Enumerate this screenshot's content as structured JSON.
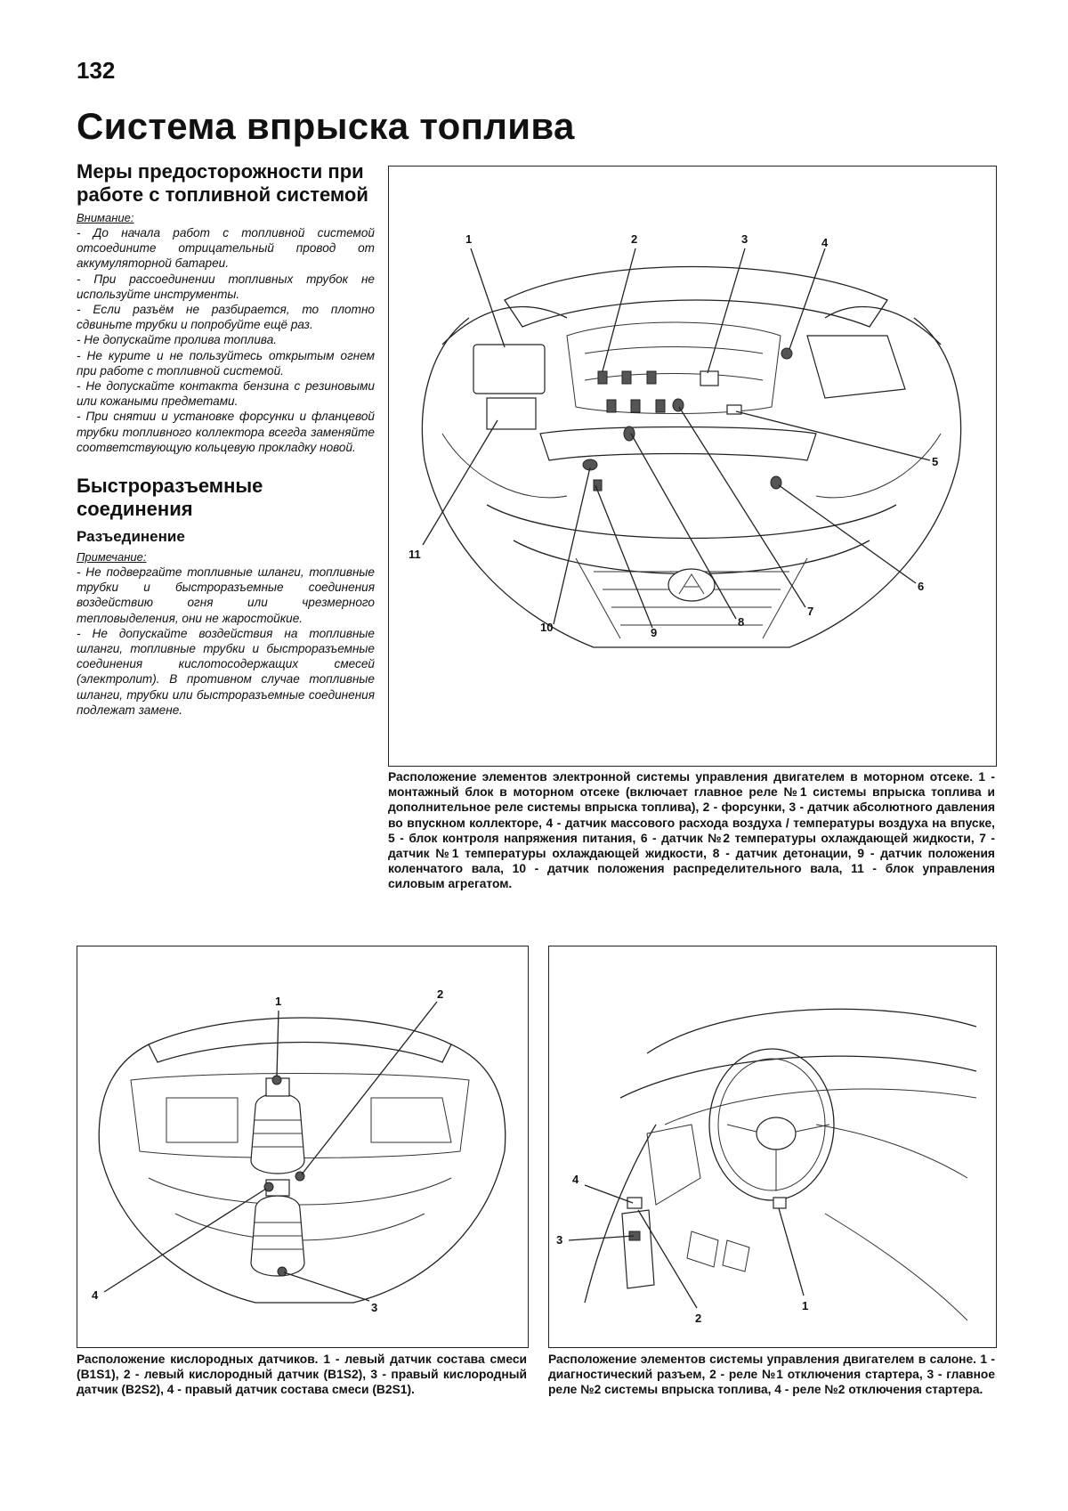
{
  "page_number": "132",
  "title": "Система впрыска топлива",
  "section1": {
    "heading": "Меры предосторожности при работе с топливной системой",
    "label": "Внимание:",
    "items": [
      "- До начала работ с топливной системой отсоедините отрицательный провод от аккумуляторной батареи.",
      "- При рассоединении топливных трубок не используйте инструменты.",
      "- Если разъём не разбирается, то плотно сдвиньте трубки и попробуйте ещё раз.",
      "- Не допускайте пролива топлива.",
      "- Не курите и не пользуйтесь открытым огнем при работе с топливной системой.",
      "- Не допускайте контакта бензина с резиновыми или кожаными предметами.",
      "- При снятии и установке форсунки и фланцевой трубки топливного коллектора всегда заменяйте соответствующую кольцевую прокладку новой."
    ]
  },
  "section2": {
    "heading": "Быстроразъемные соединения",
    "subheading": "Разъединение",
    "label": "Примечание:",
    "items": [
      "- Не подвергайте топливные шланги, топливные трубки и быстроразъемные соединения воздействию огня или чрезмерного тепловыделения, они не жаростойкие.",
      "- Не допускайте воздействия на топливные шланги, топливные трубки и быстроразъемные соединения кислотосодержащих смесей (электролит). В противном случае топливные шланги, трубки или быстроразъемные соединения подлежат замене."
    ]
  },
  "figure1": {
    "callouts": [
      "1",
      "2",
      "3",
      "4",
      "5",
      "6",
      "7",
      "8",
      "9",
      "10",
      "11"
    ],
    "caption": "Расположение элементов электронной системы управления двигателем в моторном отсеке. 1 - монтажный блок в моторном отсеке (включает главное реле №1 системы впрыска топлива и дополнительное реле системы впрыска топлива), 2 - форсунки, 3 - датчик абсолютного давления во впускном коллекторе, 4 - датчик массового расхода воздуха / температуры воздуха на впуске, 5 - блок контроля напряжения питания, 6 - датчик №2 температуры охлаждающей жидкости, 7 - датчик №1 температуры охлаждающей жидкости, 8 - датчик детонации, 9 - датчик положения коленчатого вала, 10 - датчик положения распределительного вала, 11 - блок управления силовым агрегатом."
  },
  "figure2": {
    "callouts": [
      "1",
      "2",
      "3",
      "4"
    ],
    "caption": "Расположение кислородных датчиков. 1 - левый датчик состава смеси (B1S1), 2 - левый кислородный датчик (B1S2), 3 - правый кислородный датчик (B2S2), 4 - правый датчик состава смеси (B2S1)."
  },
  "figure3": {
    "callouts": [
      "1",
      "2",
      "3",
      "4"
    ],
    "caption": "Расположение элементов системы управления двигателем в салоне. 1 - диагностический разъем, 2 - реле №1 отключения стартера, 3 - главное реле №2 системы впрыска топлива, 4 - реле №2 отключения стартера."
  }
}
